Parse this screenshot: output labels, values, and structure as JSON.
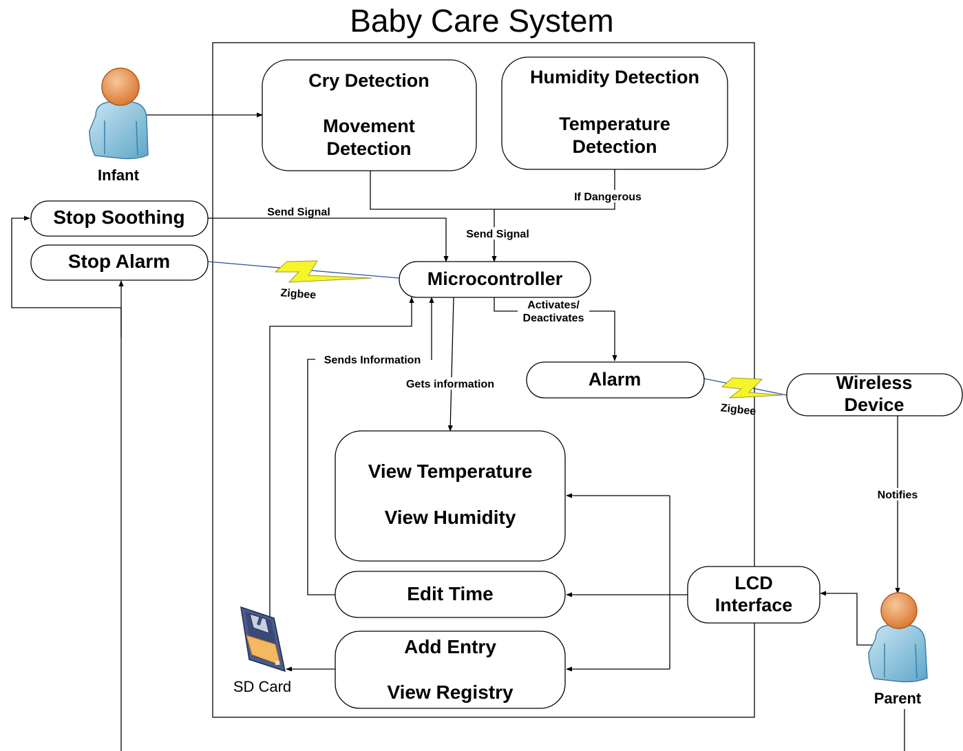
{
  "title": "Baby Care System",
  "actors": {
    "infant": "Infant",
    "parent": "Parent",
    "sd_card": "SD Card"
  },
  "boxes": {
    "cry_movement": [
      "Cry Detection",
      "Movement",
      "Detection"
    ],
    "humidity_temperature": [
      "Humidity Detection",
      "Temperature",
      "Detection"
    ],
    "stop_soothing": "Stop Soothing",
    "stop_alarm": "Stop Alarm",
    "microcontroller": "Microcontroller",
    "alarm": "Alarm",
    "wireless_device": [
      "Wireless",
      "Device"
    ],
    "view_temp_humidity": [
      "View Temperature",
      "View Humidity"
    ],
    "edit_time": "Edit Time",
    "add_view_registry": [
      "Add Entry",
      "View Registry"
    ],
    "lcd_interface": [
      "LCD",
      "Interface"
    ]
  },
  "edge_labels": {
    "send_signal_left": "Send Signal",
    "send_signal_center": "Send Signal",
    "if_dangerous": "If Dangerous",
    "zigbee_left": "Zigbee",
    "zigbee_right": "Zigbee",
    "activates": [
      "Activates/",
      "Deactivates"
    ],
    "sends_information": "Sends Information",
    "gets_information": "Gets information",
    "notifies": "Notifies"
  },
  "colors": {
    "lightning_fill": "#f5f52a",
    "lightning_stroke": "#2b4fa0",
    "person_head": "#e8904a",
    "person_body": "#8ec3dc"
  }
}
